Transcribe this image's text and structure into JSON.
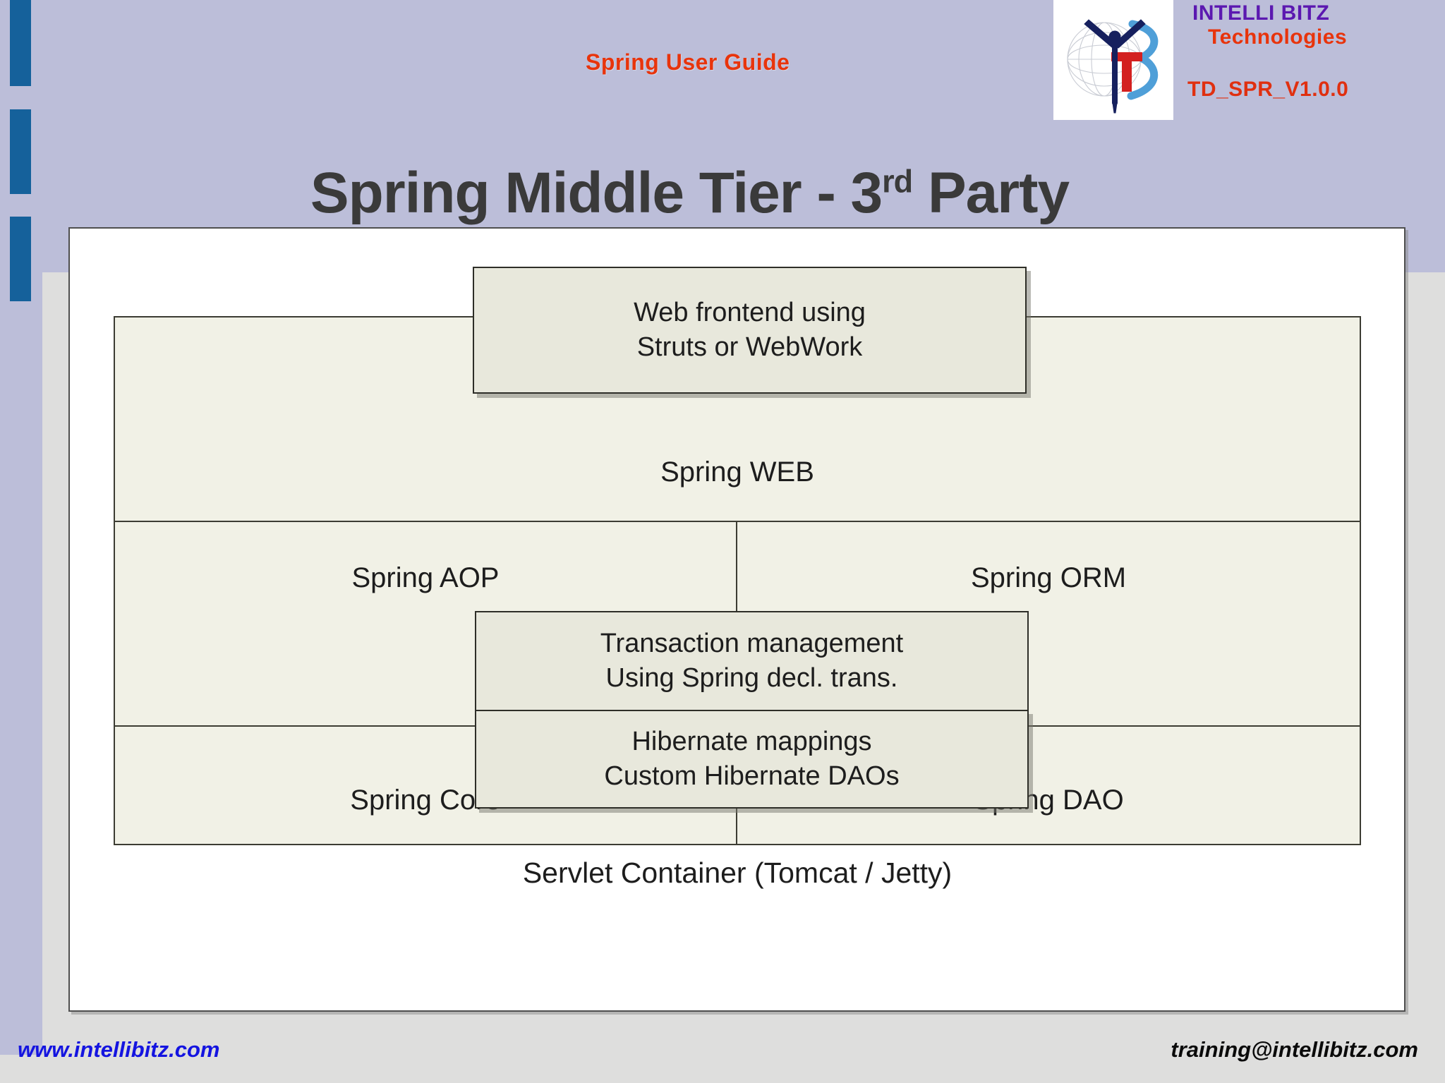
{
  "slide": {
    "header_left_text": "Spring User Guide",
    "brand": {
      "line1": "INTELLI BITZ",
      "line2": "Technologies",
      "version_code": "TD_SPR_V1.0.0"
    },
    "title": {
      "main_before": "Spring Middle Tier - 3",
      "superscript": "rd",
      "main_after": " Party"
    }
  },
  "diagram": {
    "type": "layered-architecture",
    "overlay_boxes": [
      {
        "id": "web-frontend",
        "line1": "Web frontend using",
        "line2": "Struts or WebWork"
      },
      {
        "id": "transaction-management",
        "line1": "Transaction management",
        "line2": "Using Spring decl. trans."
      },
      {
        "id": "hibernate",
        "line1": "Hibernate mappings",
        "line2": "Custom Hibernate DAOs"
      }
    ],
    "rows": [
      {
        "id": "web",
        "cells": [
          "Spring WEB"
        ]
      },
      {
        "id": "middle",
        "cells": [
          "Spring AOP",
          "Spring ORM"
        ]
      },
      {
        "id": "bottom",
        "cells": [
          "Spring Core",
          "Spring DAO"
        ]
      }
    ],
    "footer_caption": "Servlet Container (Tomcat / Jetty)"
  },
  "footer": {
    "website": "www.intellibitz.com",
    "email": "training@intellibitz.com"
  },
  "colors": {
    "background_top": "#bcbed9",
    "background_bottom": "#dededd",
    "sidebar_block": "#15619b",
    "header_red": "#e8340c",
    "brand_purple": "#5b18b0",
    "title_gray": "#3a3a3a",
    "box_fill": "#e8e8dc",
    "stack_fill": "#f1f1e6",
    "link_blue": "#1414e0"
  }
}
